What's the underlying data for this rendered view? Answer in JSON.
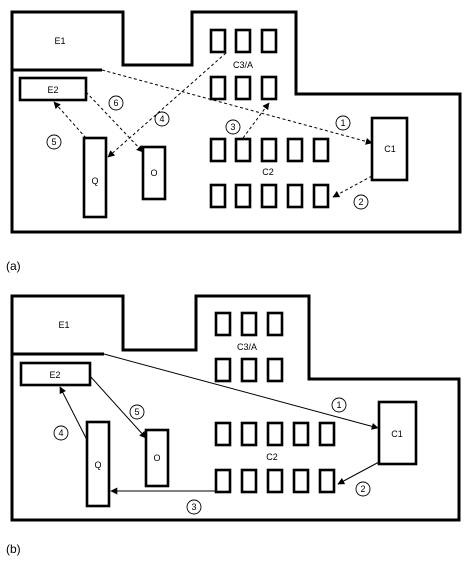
{
  "panel_a": {
    "caption": "(a)",
    "labels": {
      "e1": "E1",
      "e2": "E2",
      "q": "Q",
      "o": "O",
      "c1": "C1",
      "c2": "C2",
      "c3a": "C3/A"
    },
    "step_numbers": [
      "1",
      "2",
      "3",
      "4",
      "5",
      "6"
    ]
  },
  "panel_b": {
    "caption": "(b)",
    "labels": {
      "e1": "E1",
      "e2": "E2",
      "q": "Q",
      "o": "O",
      "c1": "C1",
      "c2": "C2",
      "c3a": "C3/A"
    },
    "step_numbers": [
      "1",
      "2",
      "3",
      "4",
      "5"
    ]
  }
}
